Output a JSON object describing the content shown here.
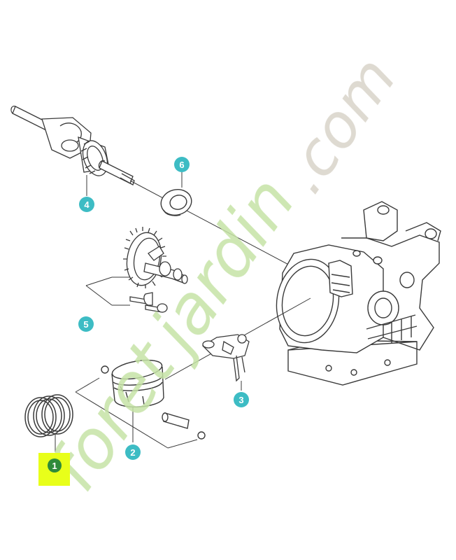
{
  "diagram": {
    "colors": {
      "line": "#3a3a3a",
      "callout": "#3dbcc4",
      "highlight": "#e8ff1a",
      "highlight_badge": "#2e8b3a",
      "watermark_green": "#c6e3a6",
      "watermark_orange": "#f6d9b8",
      "watermark_grey": "#d9d4c9"
    },
    "callouts": [
      {
        "id": "1",
        "label": "1",
        "highlighted": true
      },
      {
        "id": "2",
        "label": "2",
        "highlighted": false
      },
      {
        "id": "3",
        "label": "3",
        "highlighted": false
      },
      {
        "id": "4",
        "label": "4",
        "highlighted": false
      },
      {
        "id": "5",
        "label": "5",
        "highlighted": false
      },
      {
        "id": "6",
        "label": "6",
        "highlighted": false
      }
    ],
    "parts": [
      {
        "callout": "1",
        "icon": "piston-rings-icon"
      },
      {
        "callout": "2",
        "icon": "piston-icon"
      },
      {
        "callout": "3",
        "icon": "rocker-arm-icon"
      },
      {
        "callout": "4",
        "icon": "crankshaft-icon"
      },
      {
        "callout": "5",
        "icon": "camshaft-icon"
      },
      {
        "callout": "6",
        "icon": "oil-seal-icon"
      }
    ],
    "watermark": {
      "part1": "foret",
      "part2": "jardin",
      "part3": ".com"
    }
  }
}
